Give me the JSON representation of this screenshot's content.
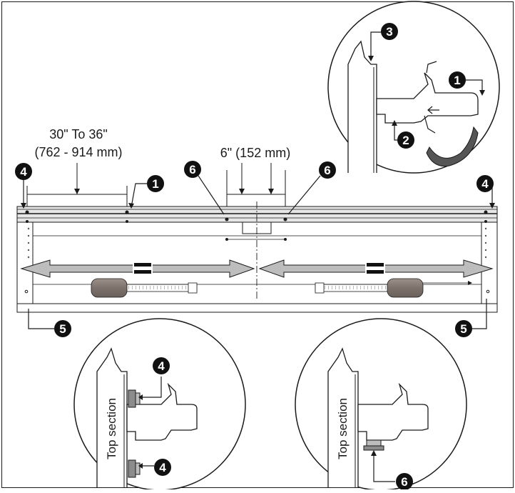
{
  "dimensions": {
    "width_range": "30\" To 36\"",
    "width_range_metric": "(762 - 914 mm)",
    "center_gap": "6\" (152 mm)"
  },
  "callouts": {
    "c1": "1",
    "c2": "2",
    "c3": "3",
    "c4": "4",
    "c5": "5",
    "c6": "6"
  },
  "detail_labels": {
    "bottom_left": "Top section",
    "bottom_right": "Top section"
  },
  "equal_marks": {
    "left": "=",
    "right": "="
  },
  "colors": {
    "line": "#1a1a1a",
    "callout_fill": "#111111",
    "arrow_fill": "#bdbdbd",
    "level_fill": "#8a7f78",
    "rail_fill": "#d9d9d9"
  }
}
